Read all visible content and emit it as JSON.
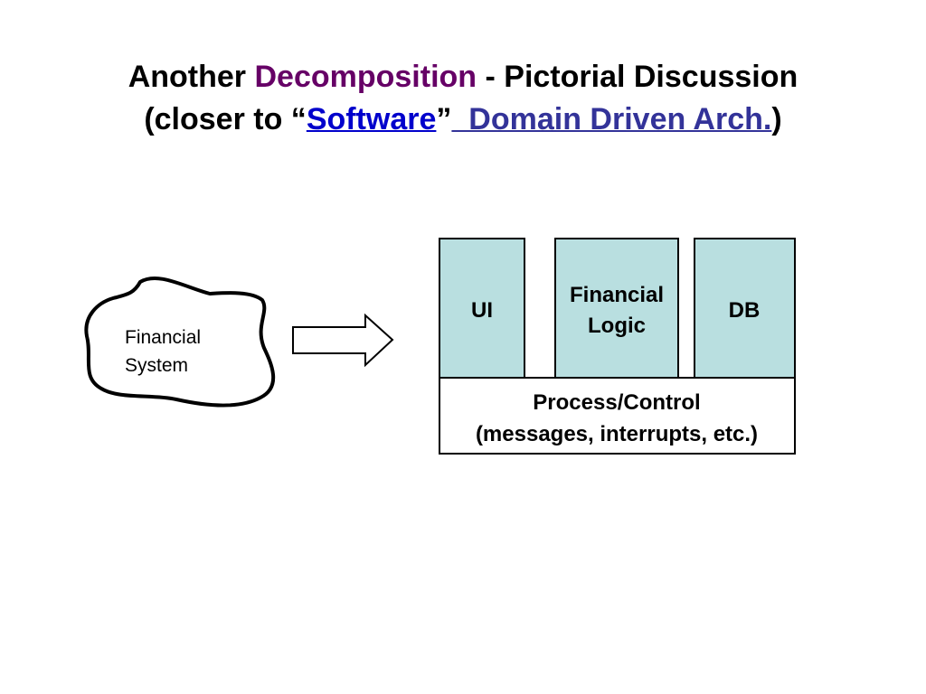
{
  "slide": {
    "title_line1": {
      "part1": "Another ",
      "highlight": "Decomposition",
      "part2": " - Pictorial Discussion"
    },
    "title_line2": {
      "part1": "(closer to “",
      "link1": "Software",
      "quote_close": "”",
      "link2": "  Domain Driven Arch.",
      "part2": ")"
    }
  },
  "diagram": {
    "cloud": {
      "line1": "Financial",
      "line2": "System"
    },
    "arrow_icon": "right-arrow-icon",
    "components": {
      "ui": "UI",
      "financial_logic_line1": "Financial",
      "financial_logic_line2": "Logic",
      "db": "DB",
      "process_control_line1": "Process/Control",
      "process_control_line2": "(messages, interrupts, etc.)"
    },
    "colors": {
      "component_fill": "#b9dfe0",
      "base_fill": "#ffffff",
      "stroke": "#000000",
      "title_highlight": "#660066",
      "link_software": "#0000cc",
      "link_domain": "#333399"
    }
  }
}
